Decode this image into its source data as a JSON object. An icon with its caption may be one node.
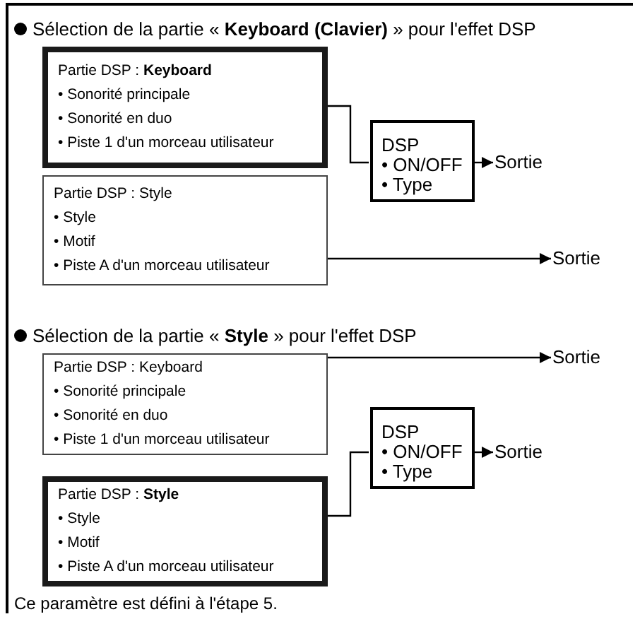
{
  "diagram": {
    "nodes": [
      {
        "text": [
          "Partie DSP : **Keyboard**",
          "• Sonorité principale",
          "• Sonorité en duo",
          "• Piste 1 d'un morceau utilisateur"
        ]
      },
      {
        "text": [
          "DSP",
          "• ON/OFF",
          "• Type"
        ]
      },
      {
        "text": [
          "Sortie"
        ]
      },
      {
        "text": [
          "Partie DSP : Style",
          "• Style",
          "• Motif",
          "• Piste A d'un morceau utilisateur"
        ]
      },
      {
        "text": [
          "Sortie"
        ]
      },
      {
        "text": [
          "Partie DSP : Keyboard",
          "• Sonorité principale",
          "• Sonorité en duo",
          "• Piste 1 d'un morceau utilisateur"
        ]
      },
      {
        "text": [
          "Sortie"
        ]
      },
      {
        "text": [
          "DSP",
          "• ON/OFF",
          "• Type"
        ]
      },
      {
        "text": [
          "Sortie"
        ]
      },
      {
        "text": [
          "Partie DSP : **Style**",
          "• Style",
          "• Motif",
          "• Piste A d'un morceau utilisateur"
        ]
      }
    ],
    "edges": [
      {
        "from": 0,
        "to": 1,
        "arrow": "none"
      },
      {
        "from": 1,
        "to": 2,
        "arrow": "to"
      },
      {
        "from": 3,
        "to": 4,
        "arrow": "to"
      },
      {
        "from": 5,
        "to": 6,
        "arrow": "to"
      },
      {
        "from": 9,
        "to": 7,
        "arrow": "none"
      },
      {
        "from": 7,
        "to": 8,
        "arrow": "to"
      }
    ],
    "labels": [
      "Sélection de la partie « **Keyboard (Clavier)** » pour l'effet DSP",
      "Sélection de la partie « **Style** » pour l'effet DSP",
      "Ce paramètre est défini à l'étape 5."
    ]
  }
}
